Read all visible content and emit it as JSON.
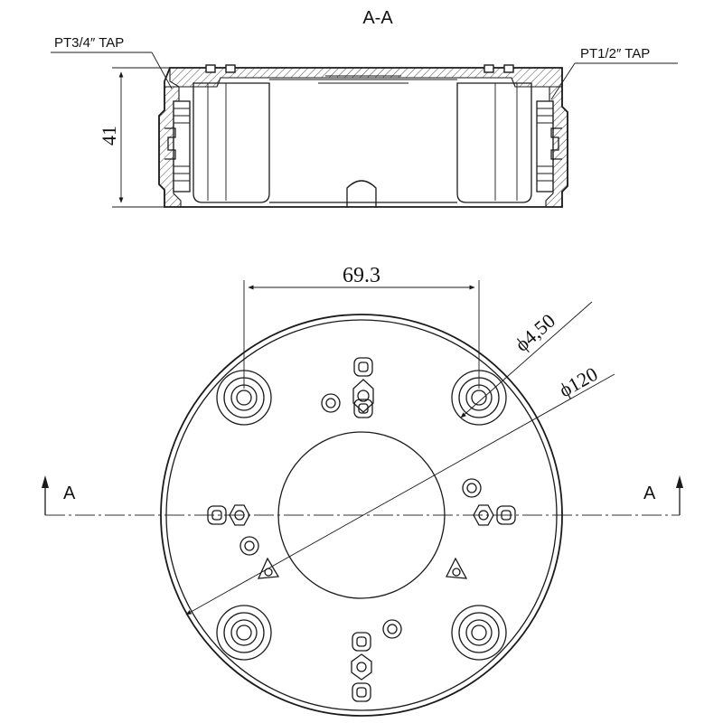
{
  "section": {
    "title": "A-A",
    "left_tap": "PT3/4″ TAP",
    "right_tap": "PT1/2″ TAP",
    "height_dim": "41"
  },
  "plan": {
    "spacing_dim": "69.3",
    "hole_dia_dim": "ϕ4,50",
    "outer_dia_dim": "ϕ120",
    "section_mark_left": "A",
    "section_mark_right": "A"
  }
}
